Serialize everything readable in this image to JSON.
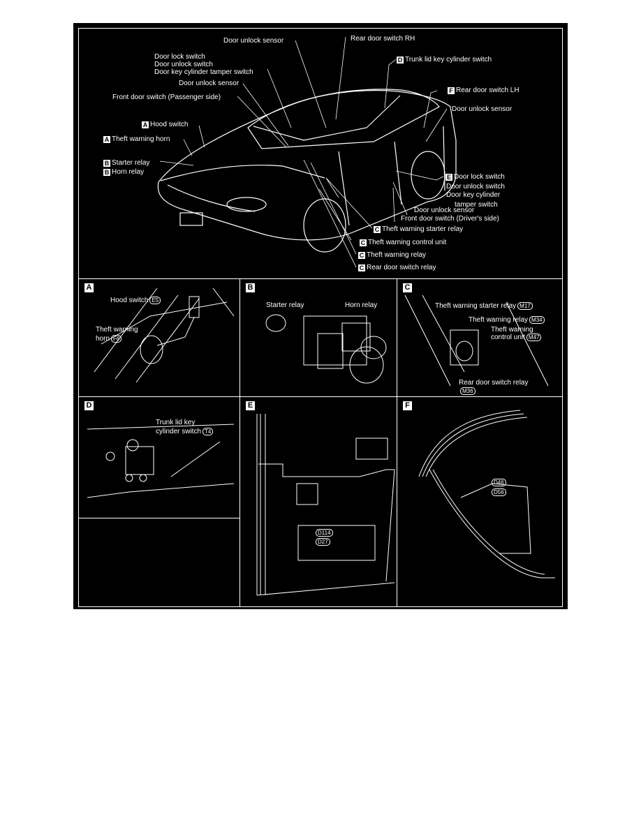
{
  "main_labels": {
    "door_unlock_sensor_top": "Door unlock sensor",
    "rear_door_switch_rh": "Rear door switch RH",
    "door_lock_group": [
      "Door lock switch",
      "Door unlock switch",
      "Door key cylinder tamper switch"
    ],
    "trunk_lid_key_cylinder_switch": "Trunk lid key cylinder switch",
    "door_unlock_sensor_left": "Door unlock sensor",
    "front_door_switch_passenger": "Front door switch (Passenger side)",
    "rear_door_switch_lh": "Rear door switch LH",
    "door_unlock_sensor_right": "Door unlock sensor",
    "hood_switch": "Hood switch",
    "theft_warning_horn": "Theft warning horn",
    "starter_relay": "Starter relay",
    "horn_relay": "Horn relay",
    "door_lock_switch": "Door lock switch",
    "door_unlock_switch": "Door unlock switch",
    "door_key_cylinder": "Door key cylinder",
    "tamper_switch": "tamper switch",
    "door_unlock_sensor_bottom": "Door unlock sensor",
    "front_door_switch_driver": "Front door switch (Driver's side)",
    "theft_warning_starter_relay": "Theft warning starter relay",
    "theft_warning_control_unit": "Theft warning control unit",
    "theft_warning_relay": "Theft warning relay",
    "rear_door_switch_relay": "Rear door switch relay"
  },
  "tags": {
    "A": "A",
    "B": "B",
    "C": "C",
    "D": "D",
    "E": "E",
    "F": "F"
  },
  "panel_a": {
    "hood_switch": "Hood switch",
    "hood_code": "E5",
    "theft_warning": "Theft warning",
    "horn": "horn",
    "horn_code": "F6"
  },
  "panel_b": {
    "starter_relay": "Starter relay",
    "horn_relay": "Horn relay"
  },
  "panel_c": {
    "starter_relay": "Theft warning starter relay",
    "starter_code": "M17",
    "warning_relay": "Theft warning relay",
    "warning_code": "M34",
    "theft_warning": "Theft warning",
    "control_unit": "control unit",
    "control_code": "M47",
    "rear_door_relay": "Rear door switch relay",
    "rear_door_code": "M36"
  },
  "panel_d": {
    "line1": "Trunk lid key",
    "line2": "cylinder switch",
    "code": "T4"
  },
  "panel_e": {
    "code1": "D114",
    "code2": "D27"
  },
  "panel_f": {
    "code1": "D46",
    "code2": "D56"
  },
  "colors": {
    "background": "#000000",
    "ink": "#ffffff"
  }
}
